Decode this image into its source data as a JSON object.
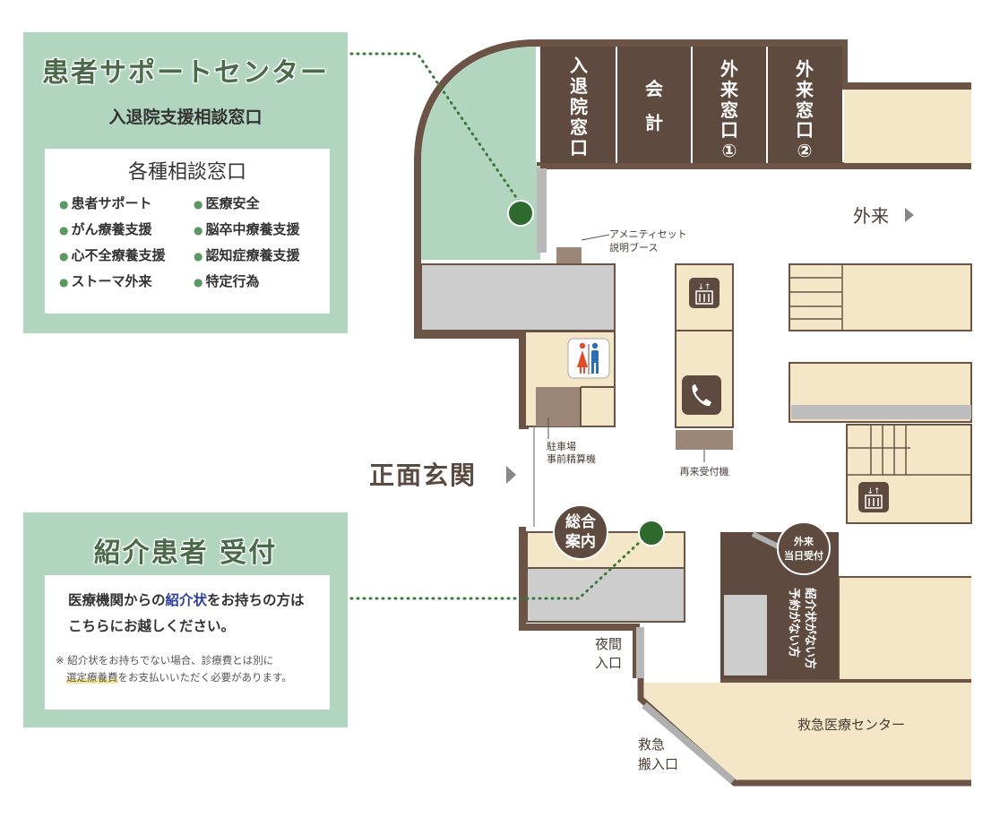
{
  "support_center": {
    "title": "患者サポートセンター",
    "subtitle": "入退院支援相談窓口",
    "consult_title": "各種相談窓口",
    "consult_items": [
      "患者サポート",
      "医療安全",
      "がん療養支援",
      "脳卒中療養支援",
      "心不全療養支援",
      "認知症療養支援",
      "ストーマ外来",
      "特定行為"
    ]
  },
  "referral": {
    "title": "紹介患者 受付",
    "line1_pre": "医療機関からの",
    "line1_highlight": "紹介状",
    "line1_post": "をお持ちの方は",
    "line2": "こちらにお越しください。",
    "note_line1": "※ 紹介状をお持ちでない場合、診療費とは別に",
    "note_highlight": "選定療養費",
    "note_line2_post": "をお支払いいただく必要があります。"
  },
  "map": {
    "counters": [
      "入退院窓口",
      "会計",
      "外来窓口①",
      "外来窓口②"
    ],
    "outpatient_label": "外来",
    "amenity_label_1": "アメニティセット",
    "amenity_label_2": "説明ブース",
    "main_entrance": "正面玄関",
    "parking_label_1": "駐車場",
    "parking_label_2": "事前精算機",
    "revisit_label": "再来受付機",
    "info_line1": "総合",
    "info_line2": "案内",
    "same_day_line1": "外来",
    "same_day_line2": "当日受付",
    "no_referral_col1": "紹介状がない方",
    "no_referral_col2": "予約がない方",
    "night_line1": "夜間",
    "night_line2": "入口",
    "emergency_line1": "救急",
    "emergency_line2": "搬入口",
    "emergency_center": "救急医療センター"
  },
  "icons": [
    "restroom-icon",
    "elevator-icon",
    "phone-icon",
    "play-arrow-icon"
  ],
  "colors": {
    "panel_green": "#b2d5c0",
    "wall_brown": "#6b5446",
    "floor_beige": "#f3e7c8",
    "gray_area": "#cdcdcd",
    "dark_counter": "#5e4a3e",
    "marker_green": "#2e6a2e"
  }
}
